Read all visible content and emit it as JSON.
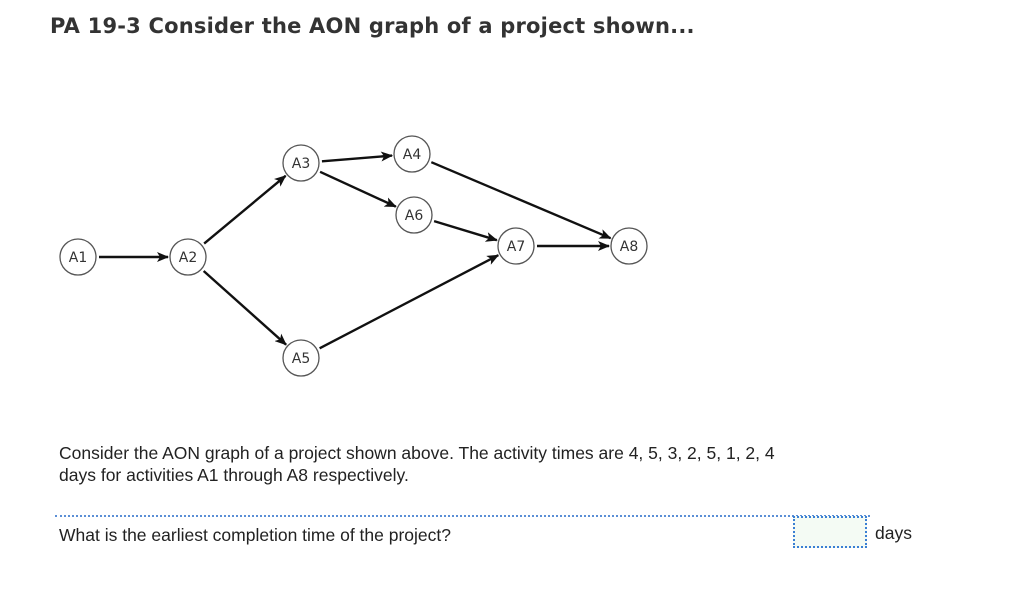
{
  "header": {
    "title": "PA 19-3 Consider the AON graph of a project shown..."
  },
  "diagram": {
    "nodes": [
      {
        "id": "A1",
        "label": "A1"
      },
      {
        "id": "A2",
        "label": "A2"
      },
      {
        "id": "A3",
        "label": "A3"
      },
      {
        "id": "A4",
        "label": "A4"
      },
      {
        "id": "A5",
        "label": "A5"
      },
      {
        "id": "A6",
        "label": "A6"
      },
      {
        "id": "A7",
        "label": "A7"
      },
      {
        "id": "A8",
        "label": "A8"
      }
    ],
    "edges": [
      {
        "from": "A1",
        "to": "A2"
      },
      {
        "from": "A2",
        "to": "A3"
      },
      {
        "from": "A2",
        "to": "A5"
      },
      {
        "from": "A3",
        "to": "A4"
      },
      {
        "from": "A3",
        "to": "A6"
      },
      {
        "from": "A4",
        "to": "A8"
      },
      {
        "from": "A6",
        "to": "A7"
      },
      {
        "from": "A5",
        "to": "A7"
      },
      {
        "from": "A7",
        "to": "A8"
      }
    ]
  },
  "description": "Consider the AON graph of a project shown above. The activity times are 4, 5, 3, 2, 5, 1, 2, 4 days for activities A1 through A8 respectively.",
  "question": {
    "text": "What is the earliest completion time of the project?",
    "answer_value": "",
    "unit": "days"
  }
}
